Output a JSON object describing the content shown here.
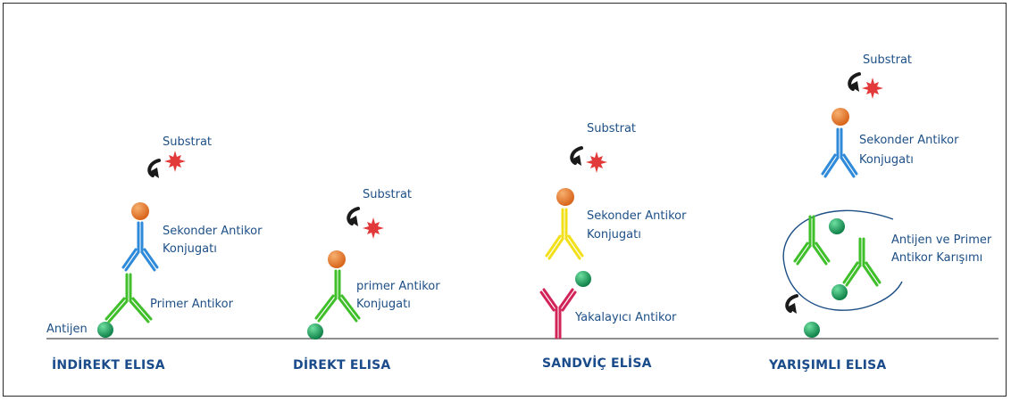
{
  "panels": [
    {
      "title": "İNDİREKT ELISA",
      "labels": {
        "substrate": "Substrat",
        "secondary_line1": "Sekonder Antikor",
        "secondary_line2": "Konjugatı",
        "primary": "Primer Antikor",
        "antigen": "Antijen"
      }
    },
    {
      "title": "DİREKT ELISA",
      "labels": {
        "substrate": "Substrat",
        "primary_line1": "primer Antikor",
        "primary_line2": "Konjugatı"
      }
    },
    {
      "title": "SANDVİÇ ELİSA",
      "labels": {
        "substrate": "Substrat",
        "secondary_line1": "Sekonder Antikor",
        "secondary_line2": "Konjugatı",
        "capture": "Yakalayıcı Antikor"
      }
    },
    {
      "title": "YARIŞIMLI ELISA",
      "labels": {
        "substrate": "Substrat",
        "secondary_line1": "Sekonder Antikor",
        "secondary_line2": "Konjugatı",
        "mixture_line1": "Antijen ve Primer",
        "mixture_line2": "Antikor Karışımı"
      }
    }
  ],
  "colors": {
    "secondary_antibody": "#2f8ad9",
    "primary_antibody": "#3fbf2a",
    "sandwich_secondary": "#f2e01a",
    "capture_antibody": "#d3245a",
    "antigen": "#1e9a5a",
    "enzyme": "#e07a2a",
    "substrate_star": "#e23a3a",
    "label_text": "#1d4f86",
    "baseline": "#6a6a6a"
  }
}
